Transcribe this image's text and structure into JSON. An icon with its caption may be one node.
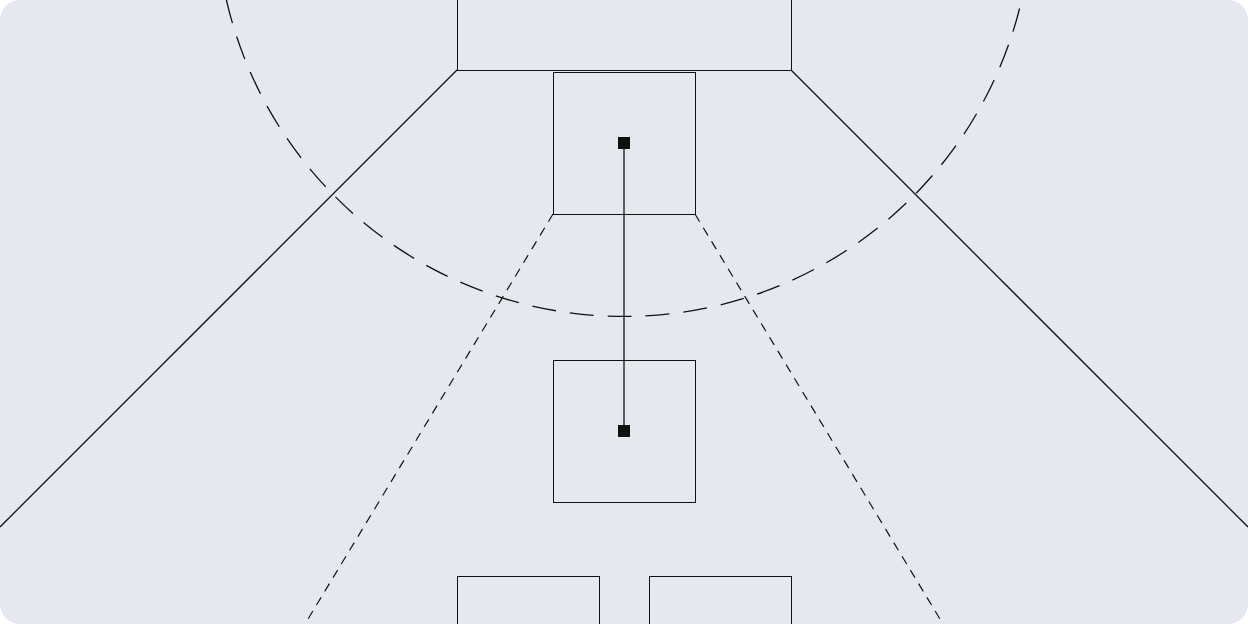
{
  "diagram": {
    "nodes": [
      {
        "text": [],
        "shape": "box"
      },
      {
        "text": [],
        "shape": "box"
      },
      {
        "text": [],
        "shape": "box",
        "in": 1
      },
      {
        "text": [],
        "shape": "box"
      },
      {
        "text": [],
        "shape": "box",
        "in": 3
      },
      {
        "text": [],
        "shape": "box"
      },
      {
        "text": [],
        "shape": "box"
      }
    ],
    "edges": [
      {
        "from": 2,
        "to": 4,
        "arrow": "none"
      }
    ]
  }
}
